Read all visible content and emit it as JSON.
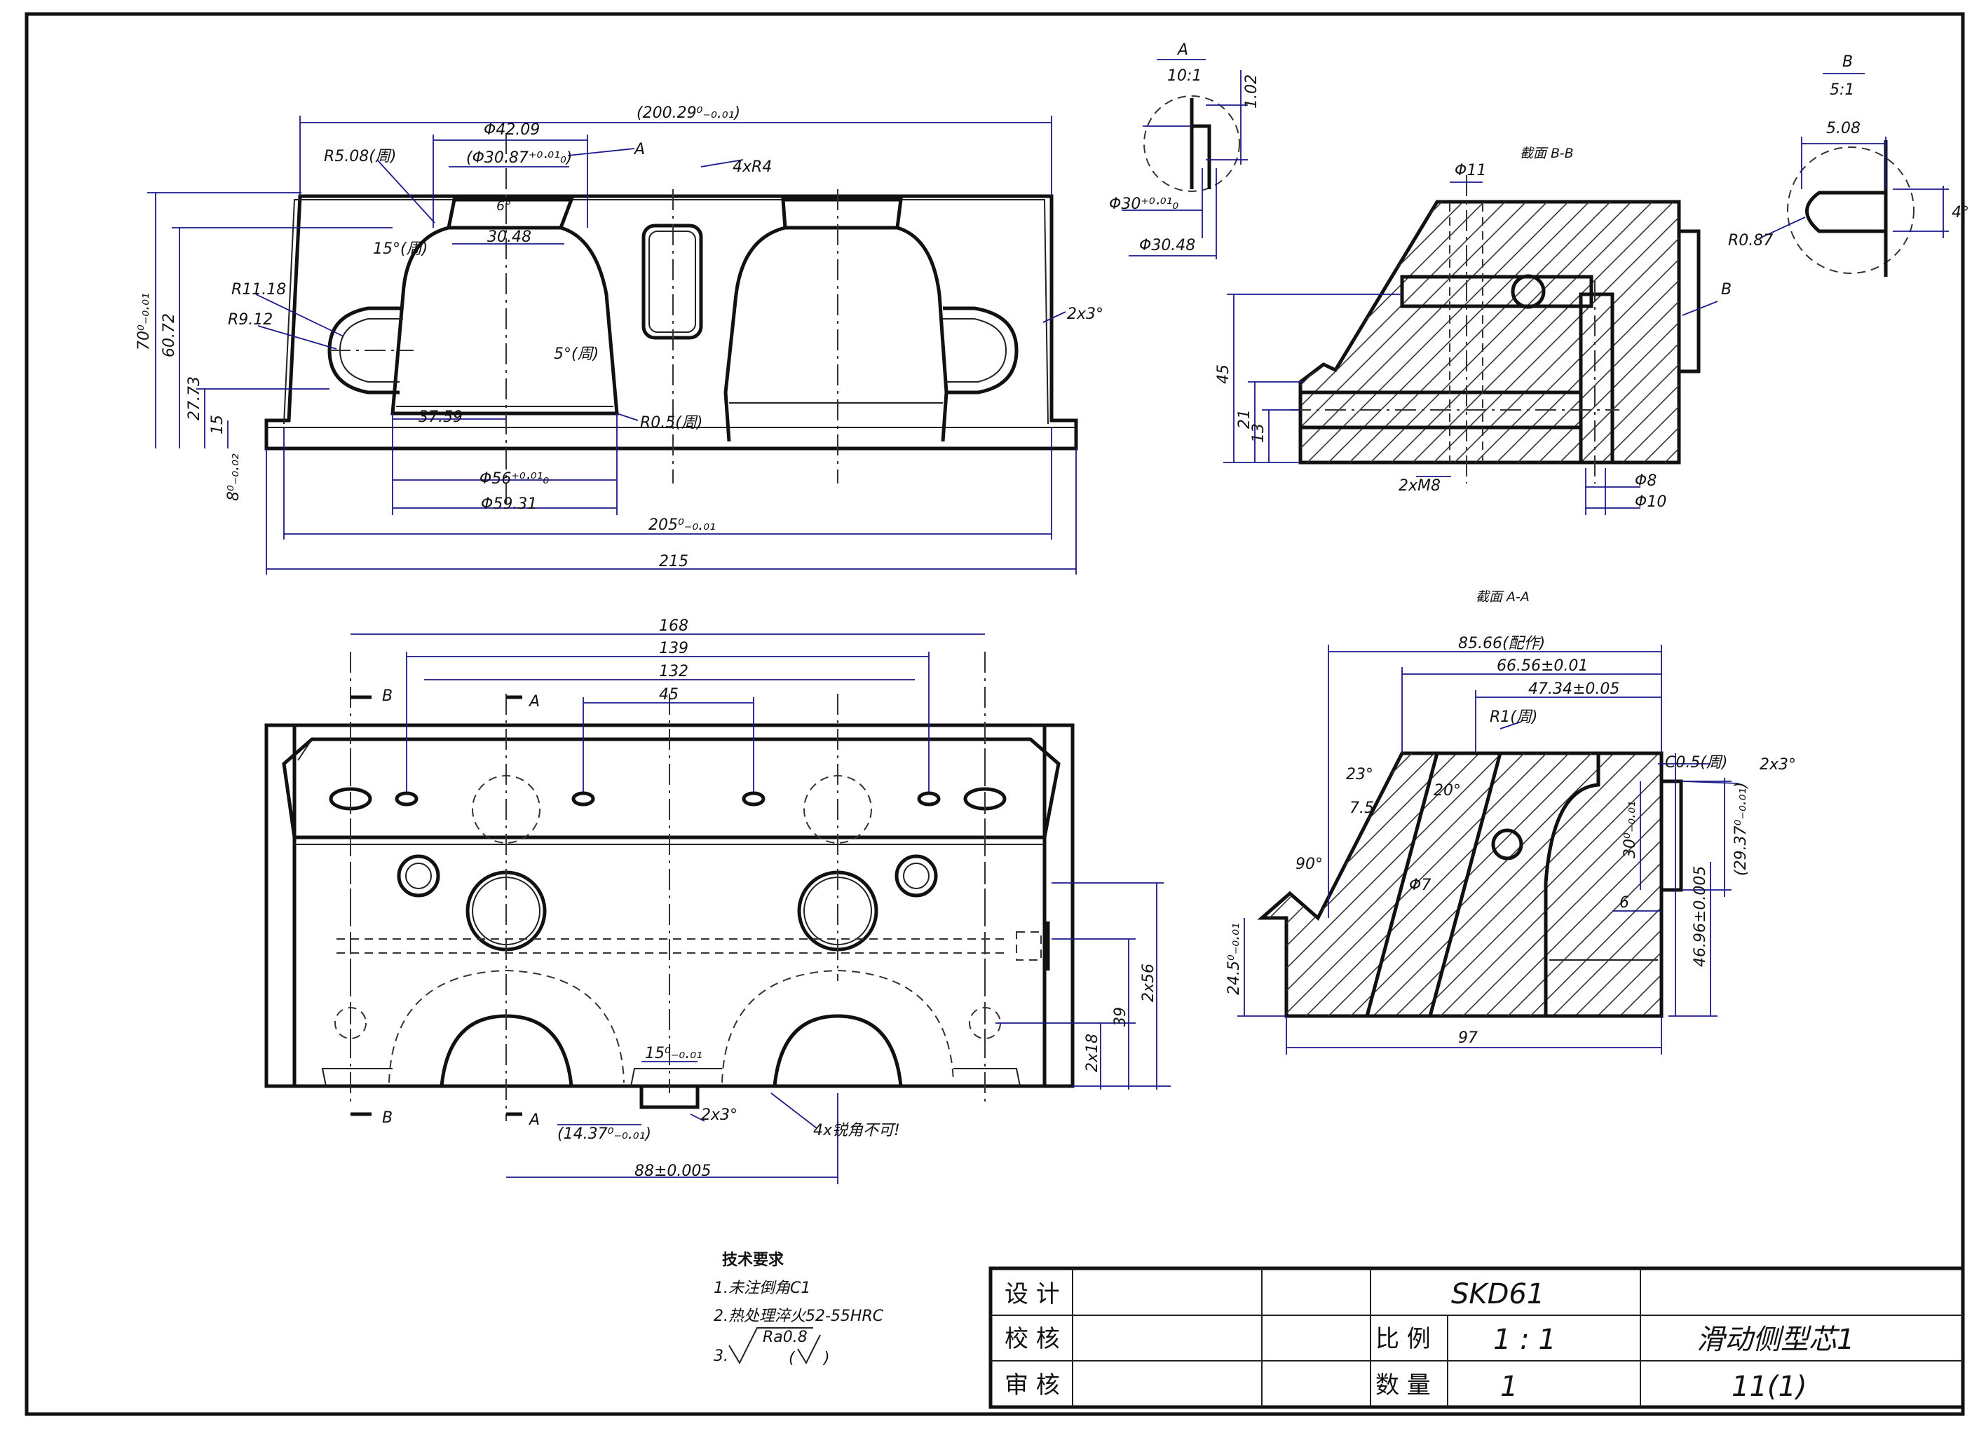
{
  "front_view": {
    "dims": {
      "overall_width": "(200.29⁰₋₀.₀₁)",
      "top_dia": "Φ42.09",
      "inner_dia": "(Φ30.87⁺⁰·⁰¹₀)",
      "inner_width": "30.48",
      "chamfer": "6°",
      "radius_top": "R5.08(周)",
      "label_a": "A",
      "slot_r": "4xR4",
      "angle_15": "15°(周)",
      "r_outer": "R11.18",
      "r_inner": "R9.12",
      "angle_5": "5°(周)",
      "r05": "R0.5(周)",
      "draft": "2x3°",
      "h70": "70⁰₋₀.₀₁",
      "h6072": "60.72",
      "h2773": "27.73",
      "h15": "15",
      "h8": "8⁰₋₀.₀₂",
      "w3759": "37.59",
      "d56": "Φ56⁺⁰·⁰¹₀",
      "d5931": "Φ59.31",
      "w205": "205⁰₋₀.₀₁",
      "w215": "215"
    }
  },
  "detail_a": {
    "title": "A",
    "scale": "10:1",
    "d102": "1.02",
    "d30": "Φ30⁺⁰·⁰¹₀",
    "d3048": "Φ30.48"
  },
  "detail_b": {
    "title": "B",
    "scale": "5:1",
    "d508": "5.08",
    "r087": "R0.87",
    "a4": "4°"
  },
  "section_bb": {
    "title": "截面 B-B",
    "d11": "Φ11",
    "label_b": "B",
    "h45": "45",
    "h21": "21",
    "h13": "13",
    "m8": "2xM8",
    "d8": "Φ8",
    "d10": "Φ10"
  },
  "bottom_view": {
    "d168": "168",
    "d139": "139",
    "d132": "132",
    "d45": "45",
    "cut_b_top": "B",
    "cut_a_top": "A",
    "cut_b_bot": "B",
    "cut_a_bot": "A",
    "d15": "15⁰₋₀.₀₁",
    "draft": "2x3°",
    "d1437": "(14.37⁰₋₀.₀₁)",
    "note4x": "4x锐角不可!",
    "d88": "88±0.005",
    "d2x56": "2x56",
    "d39": "39",
    "d2x18": "2x18"
  },
  "section_aa": {
    "title": "截面 A-A",
    "d8566": "85.66(配作)",
    "d6656": "66.56±0.01",
    "d4734": "47.34±0.05",
    "r1": "R1(周)",
    "c05": "C0.5(周)",
    "draft": "2x3°",
    "a23": "23°",
    "a20": "20°",
    "d75": "7.5",
    "a90": "90°",
    "d7": "Φ7",
    "d30": "30⁰₋₀.₀₁",
    "d2937": "(29.37⁰₋₀.₀₁)",
    "d6": "6",
    "d4696": "46.96±0.005",
    "d245": "24.5⁰₋₀.₀₁",
    "d97": "97"
  },
  "tech_req": {
    "title": "技术要求",
    "line1": "1.未注倒角C1",
    "line2": "2.热处理淬火52-55HRC",
    "line3_num": "3.",
    "ra": "Ra0.8"
  },
  "title_block": {
    "design": "设 计",
    "check": "校 核",
    "review": "审 核",
    "material": "SKD61",
    "scale_label": "比 例",
    "scale_value": "1 : 1",
    "qty_label": "数 量",
    "qty_value": "1",
    "part_name": "滑动侧型芯1",
    "part_no": "11(1)"
  }
}
